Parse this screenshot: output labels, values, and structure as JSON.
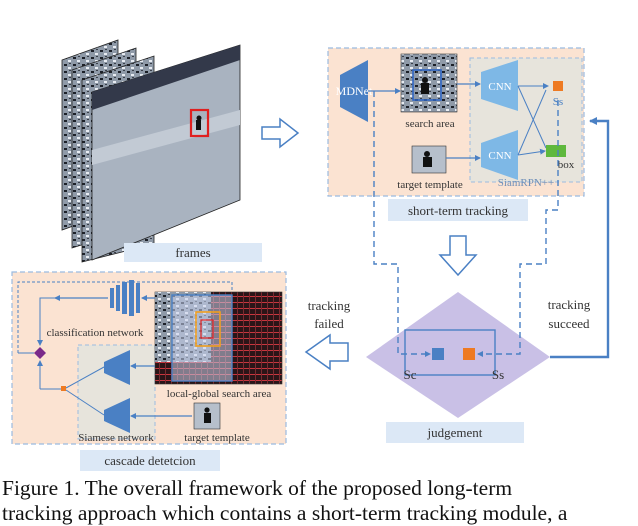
{
  "figure": {
    "frames_label": "frames",
    "mdnet_label": "MDNet",
    "search_area_label": "search area",
    "target_template_label": "target template",
    "cnn_label": "CNN",
    "ss_label": "Ss",
    "box_label": "box",
    "siamrpn_label": "SiamRPN++",
    "short_term_label": "short-term tracking",
    "tracking_failed_line1": "tracking",
    "tracking_failed_line2": "failed",
    "tracking_succeed_line1": "tracking",
    "tracking_succeed_line2": "succeed",
    "sc_label": "Sc",
    "judgement_ss_label": "Ss",
    "judgement_label": "judgement",
    "classification_label": "classification network",
    "siamese_label": "Siamese network",
    "local_global_label": "local-global search area",
    "cascade_target_label": "target template",
    "cascade_label": "cascade detetcion"
  },
  "caption": {
    "line1": "Figure 1. The overall framework of the proposed long-term",
    "line2": "tracking approach which contains a short-term tracking module, a"
  },
  "colors": {
    "arrow_blue": "#4a80c4",
    "panel_orange": "#fbe3d2",
    "label_box": "#dce8f6",
    "judgement_purple": "#c9c0e6",
    "green_box": "#5fb83d",
    "orange_mark": "#ee7a22"
  }
}
